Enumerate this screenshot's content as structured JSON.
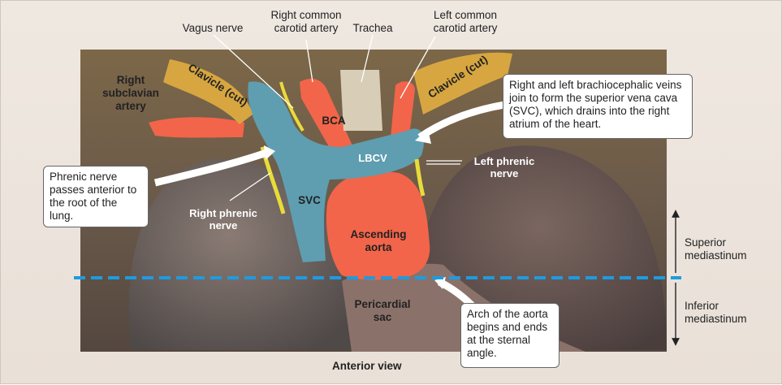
{
  "caption": "Anterior view",
  "labels": {
    "vagus_nerve": "Vagus nerve",
    "right_common_carotid_artery": "Right common carotid artery",
    "trachea": "Trachea",
    "left_common_carotid_artery": "Left common carotid artery",
    "right_subclavian_artery": "Right subclavian artery",
    "clavicle_right": "Clavicle (cut)",
    "clavicle_left": "Clavicle (cut)",
    "bca": "BCA",
    "lbcv": "LBCV",
    "svc": "SVC",
    "right_phrenic_nerve": "Right phrenic nerve",
    "left_phrenic_nerve": "Left phrenic nerve",
    "ascending_aorta": "Ascending aorta",
    "pericardial_sac": "Pericardial sac",
    "superior_mediastinum": "Superior mediastinum",
    "inferior_mediastinum": "Inferior mediastinum"
  },
  "callouts": {
    "brachiocephalic": "Right and left brachiocephalic veins join to form the superior vena cava (SVC), which drains into the right atrium of the heart.",
    "phrenic": "Phrenic nerve passes anterior to the root of the lung.",
    "arch": "Arch of the aorta begins and ends at the sternal angle."
  },
  "colors": {
    "sternal_angle_line": "#1e9be0",
    "artery": "#f2654a",
    "vein": "#5e9eb0",
    "clavicle": "#d7a640",
    "nerve": "#e8dc3a"
  }
}
